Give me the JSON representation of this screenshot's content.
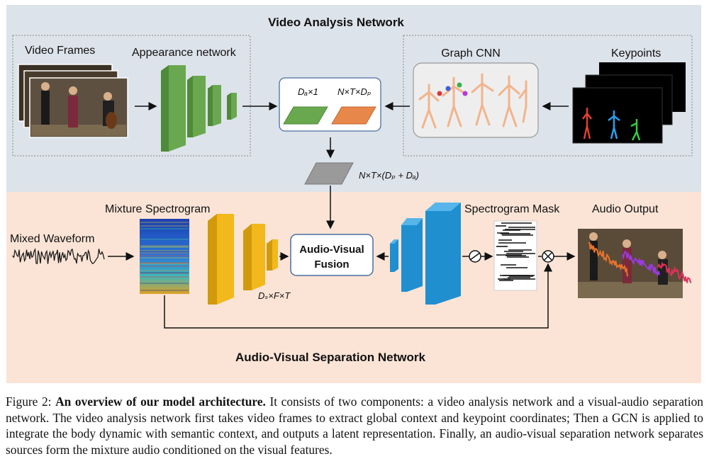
{
  "figure": {
    "video_panel": {
      "title": "Video Analysis Network",
      "video_frames_label": "Video Frames",
      "appearance_label": "Appearance network",
      "graph_cnn_label": "Graph CNN",
      "keypoints_label": "Keypoints",
      "feature_a_label": "Dₐ×1",
      "feature_p_label": "N×T×Dₚ",
      "combined_label": "N×T×(Dₚ + Dₐ)"
    },
    "audio_panel": {
      "title": "Audio-Visual Separation Network",
      "mixed_waveform_label": "Mixed Waveform",
      "mixture_spectrogram_label": "Mixture Spectrogram",
      "encoder_dims_label": "Dₛ×F×T",
      "fusion_line1": "Audio-Visual",
      "fusion_line2": "Fusion",
      "spectrogram_mask_label": "Spectrogram Mask",
      "audio_output_label": "Audio Output"
    },
    "colors": {
      "video_bg": "#dde3ea",
      "audio_bg": "#fbe4d6",
      "green": "#6aa84f",
      "orange": "#e8874a",
      "gray": "#9a9a9a",
      "yellow": "#f2b81c",
      "blue": "#1f8fd0"
    }
  },
  "caption": {
    "prefix": "Figure 2: ",
    "bold": "An overview of our model architecture.",
    "body": " It consists of two components: a video analysis network and a visual-audio separation network. The video analysis network first takes video frames to extract global context and keypoint coordinates; Then a GCN is applied to integrate the body dynamic with semantic context, and outputs a latent representation. Finally, an audio-visual separation network separates sources form the mixture audio conditioned on the visual features."
  }
}
